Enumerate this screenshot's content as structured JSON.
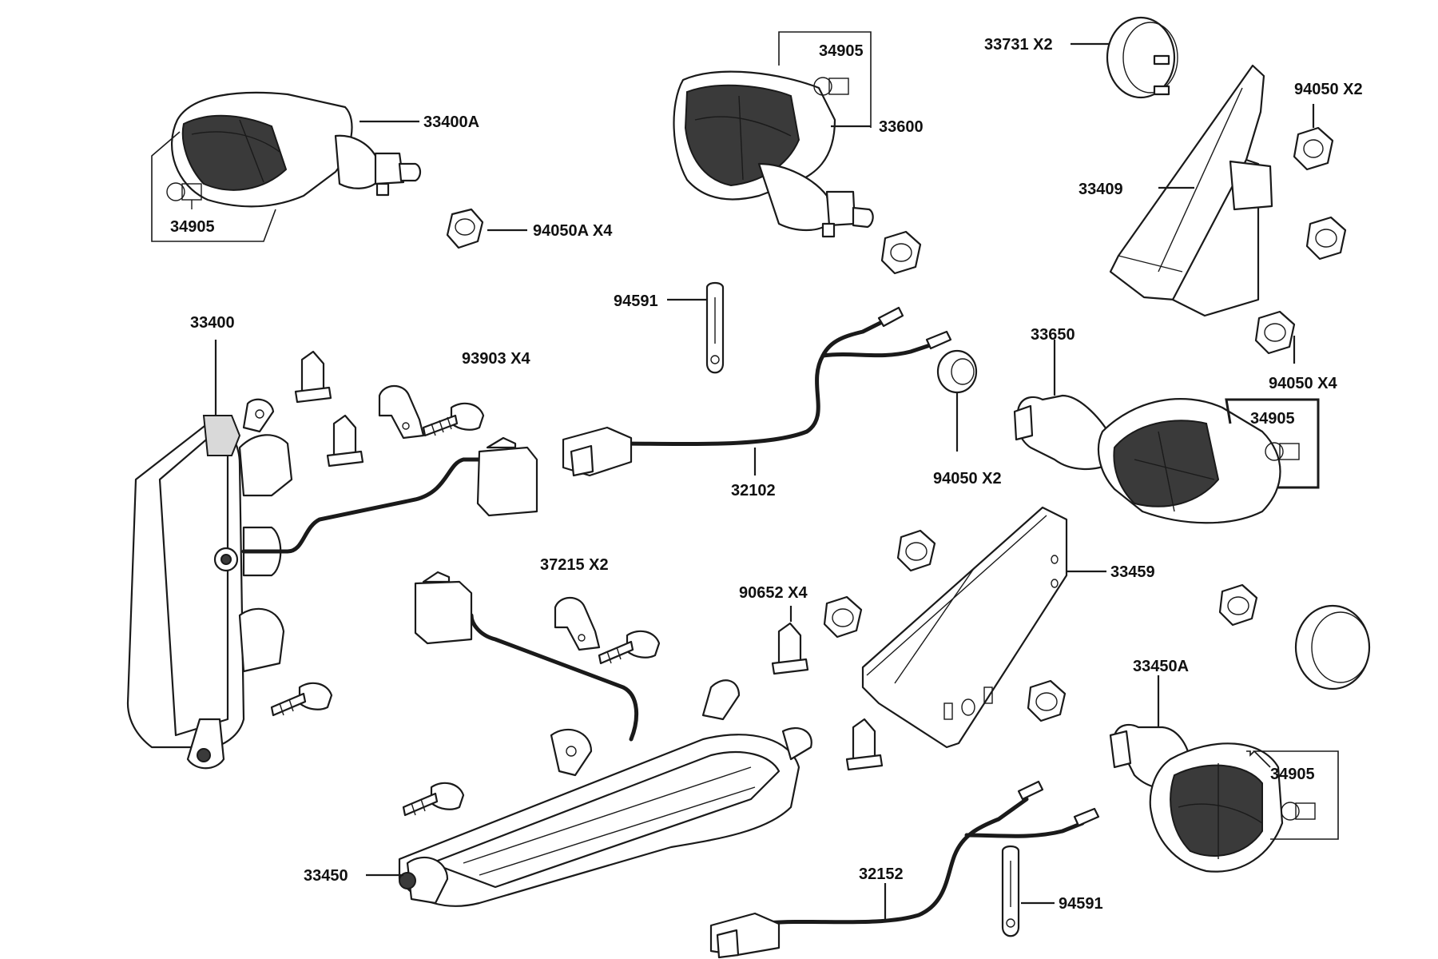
{
  "labels": {
    "p33400A": "33400A",
    "p34905_a": "34905",
    "p94050A": "94050A  X4",
    "p34905_b": "34905",
    "p33600": "33600",
    "p33731": "33731 X2",
    "p94050_x2_top": "94050  X2",
    "p33409": "33409",
    "p94050_x4": "94050   X4",
    "p94591_top": "94591",
    "p33400": "33400",
    "p93903": "93903   X4",
    "p33650": "33650",
    "p34905_c": "34905",
    "p32102": "32102",
    "p94050_x2_mid": "94050   X2",
    "p37215": "37215   X2",
    "p33459": "33459",
    "p90652": "90652 X4",
    "p33450A": "33450A",
    "p34905_d": "34905",
    "p32152": "32152",
    "p33450": "33450",
    "p94591_bottom": "94591"
  }
}
